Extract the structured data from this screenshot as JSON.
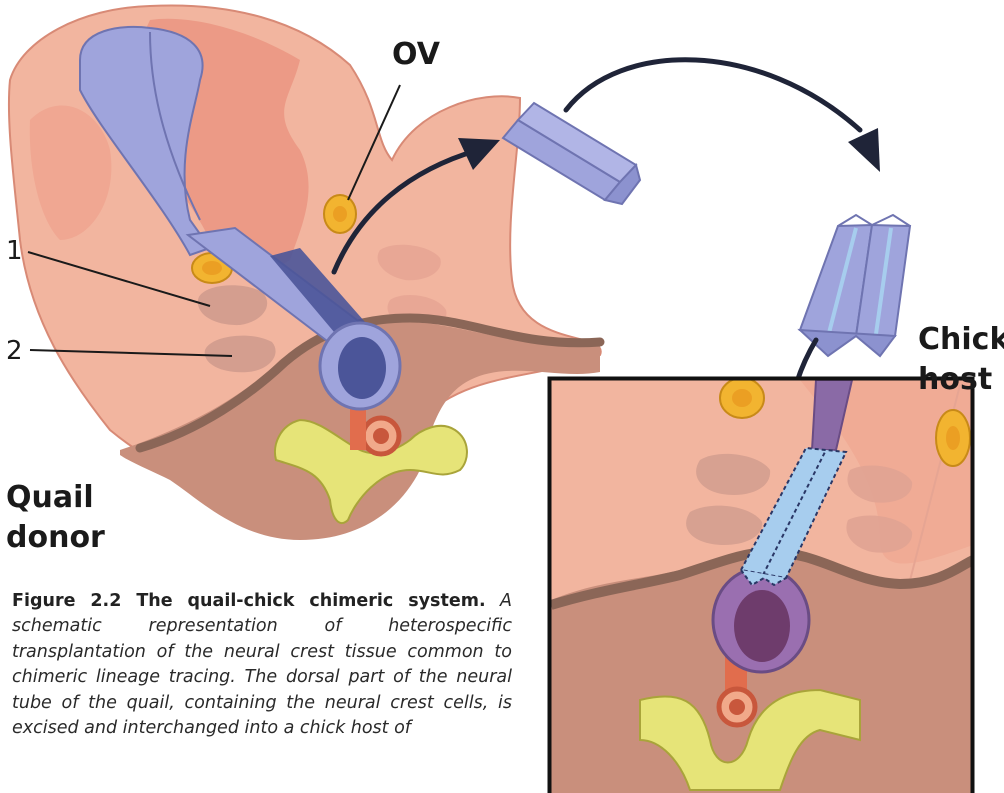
{
  "labels": {
    "ov": "OV",
    "num1": "1",
    "num2": "2",
    "quail_line1": "Quail",
    "quail_line2": "donor",
    "chick_line1": "Chick",
    "chick_line2": "host"
  },
  "caption": {
    "title": "Figure 2.2 The quail-chick chimeric system.",
    "body": "A schematic representation of heterospecific transplantation of the neural crest tissue common to chimeric lineage tracing. The dorsal part of the neural tube of the quail, containing the neural crest cells, is excised and interchanged into a chick host of"
  },
  "colors": {
    "embryo_skin": "#f2b59f",
    "embryo_deep": "#e9917e",
    "somite": "#d49e8f",
    "neural_tube_quail": "#9fa4dc",
    "neural_tube_chick": "#a7cdee",
    "lumen_quail": "#4b5599",
    "lumen_chick": "#6e3c6c",
    "notochord_ring": "#a4608a",
    "ectoderm": "#8b6657",
    "cord": "#e6e478",
    "vessel": "#c8573c",
    "otic_vesicle": "#f2b430",
    "arrow": "#1f2438"
  }
}
